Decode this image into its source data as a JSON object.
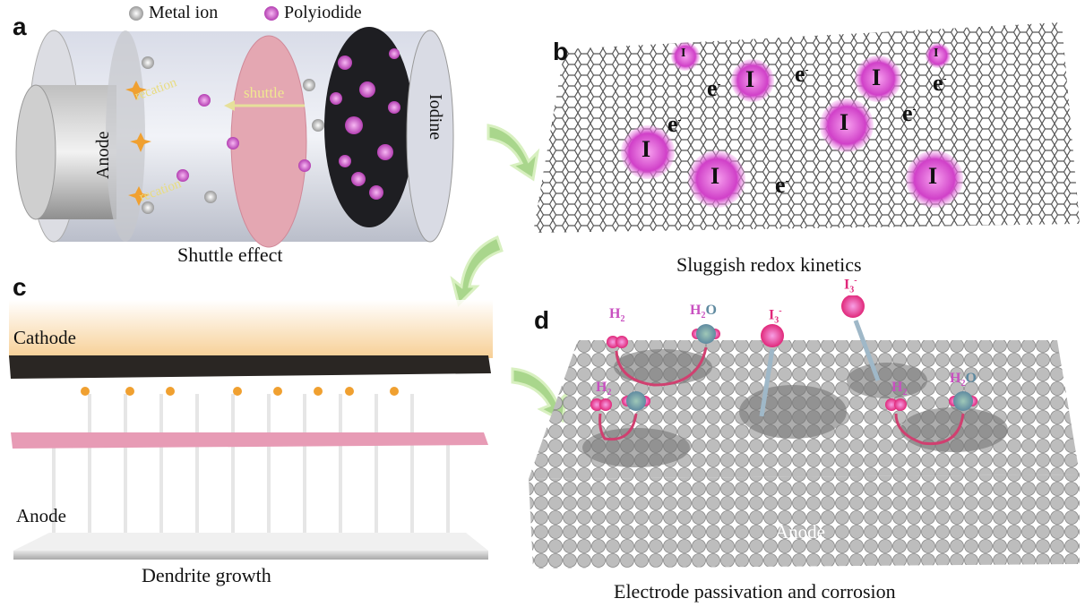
{
  "panels": {
    "a": {
      "label": "a",
      "legend": {
        "metal_ion": "Metal ion",
        "polyiodide": "Polyiodide"
      },
      "anode": "Anode",
      "reaction_top": "recation",
      "reaction_bottom": "recation",
      "shuttle": "shuttle",
      "iodine": "Iodine",
      "caption": "Shuttle effect"
    },
    "b": {
      "label": "b",
      "iodine_symbol": "I",
      "electron": "e",
      "electron_sup": "-",
      "caption": "Sluggish redox kinetics"
    },
    "c": {
      "label": "c",
      "cathode": "Cathode",
      "anode": "Anode",
      "caption": "Dendrite growth"
    },
    "d": {
      "label": "d",
      "h2": "H",
      "h2_sub": "2",
      "h2o_h": "H",
      "h2o_sub": "2",
      "h2o_o": "O",
      "i3": "I",
      "i3_sub": "3",
      "i3_sup": "-",
      "anode": "Anode",
      "caption": "Electrode passivation and corrosion"
    }
  },
  "colors": {
    "polyiodide": "#d05ad0",
    "metal": "#bbbbbb",
    "arrow": "#9ed39e",
    "iodide": "#e0287a"
  }
}
